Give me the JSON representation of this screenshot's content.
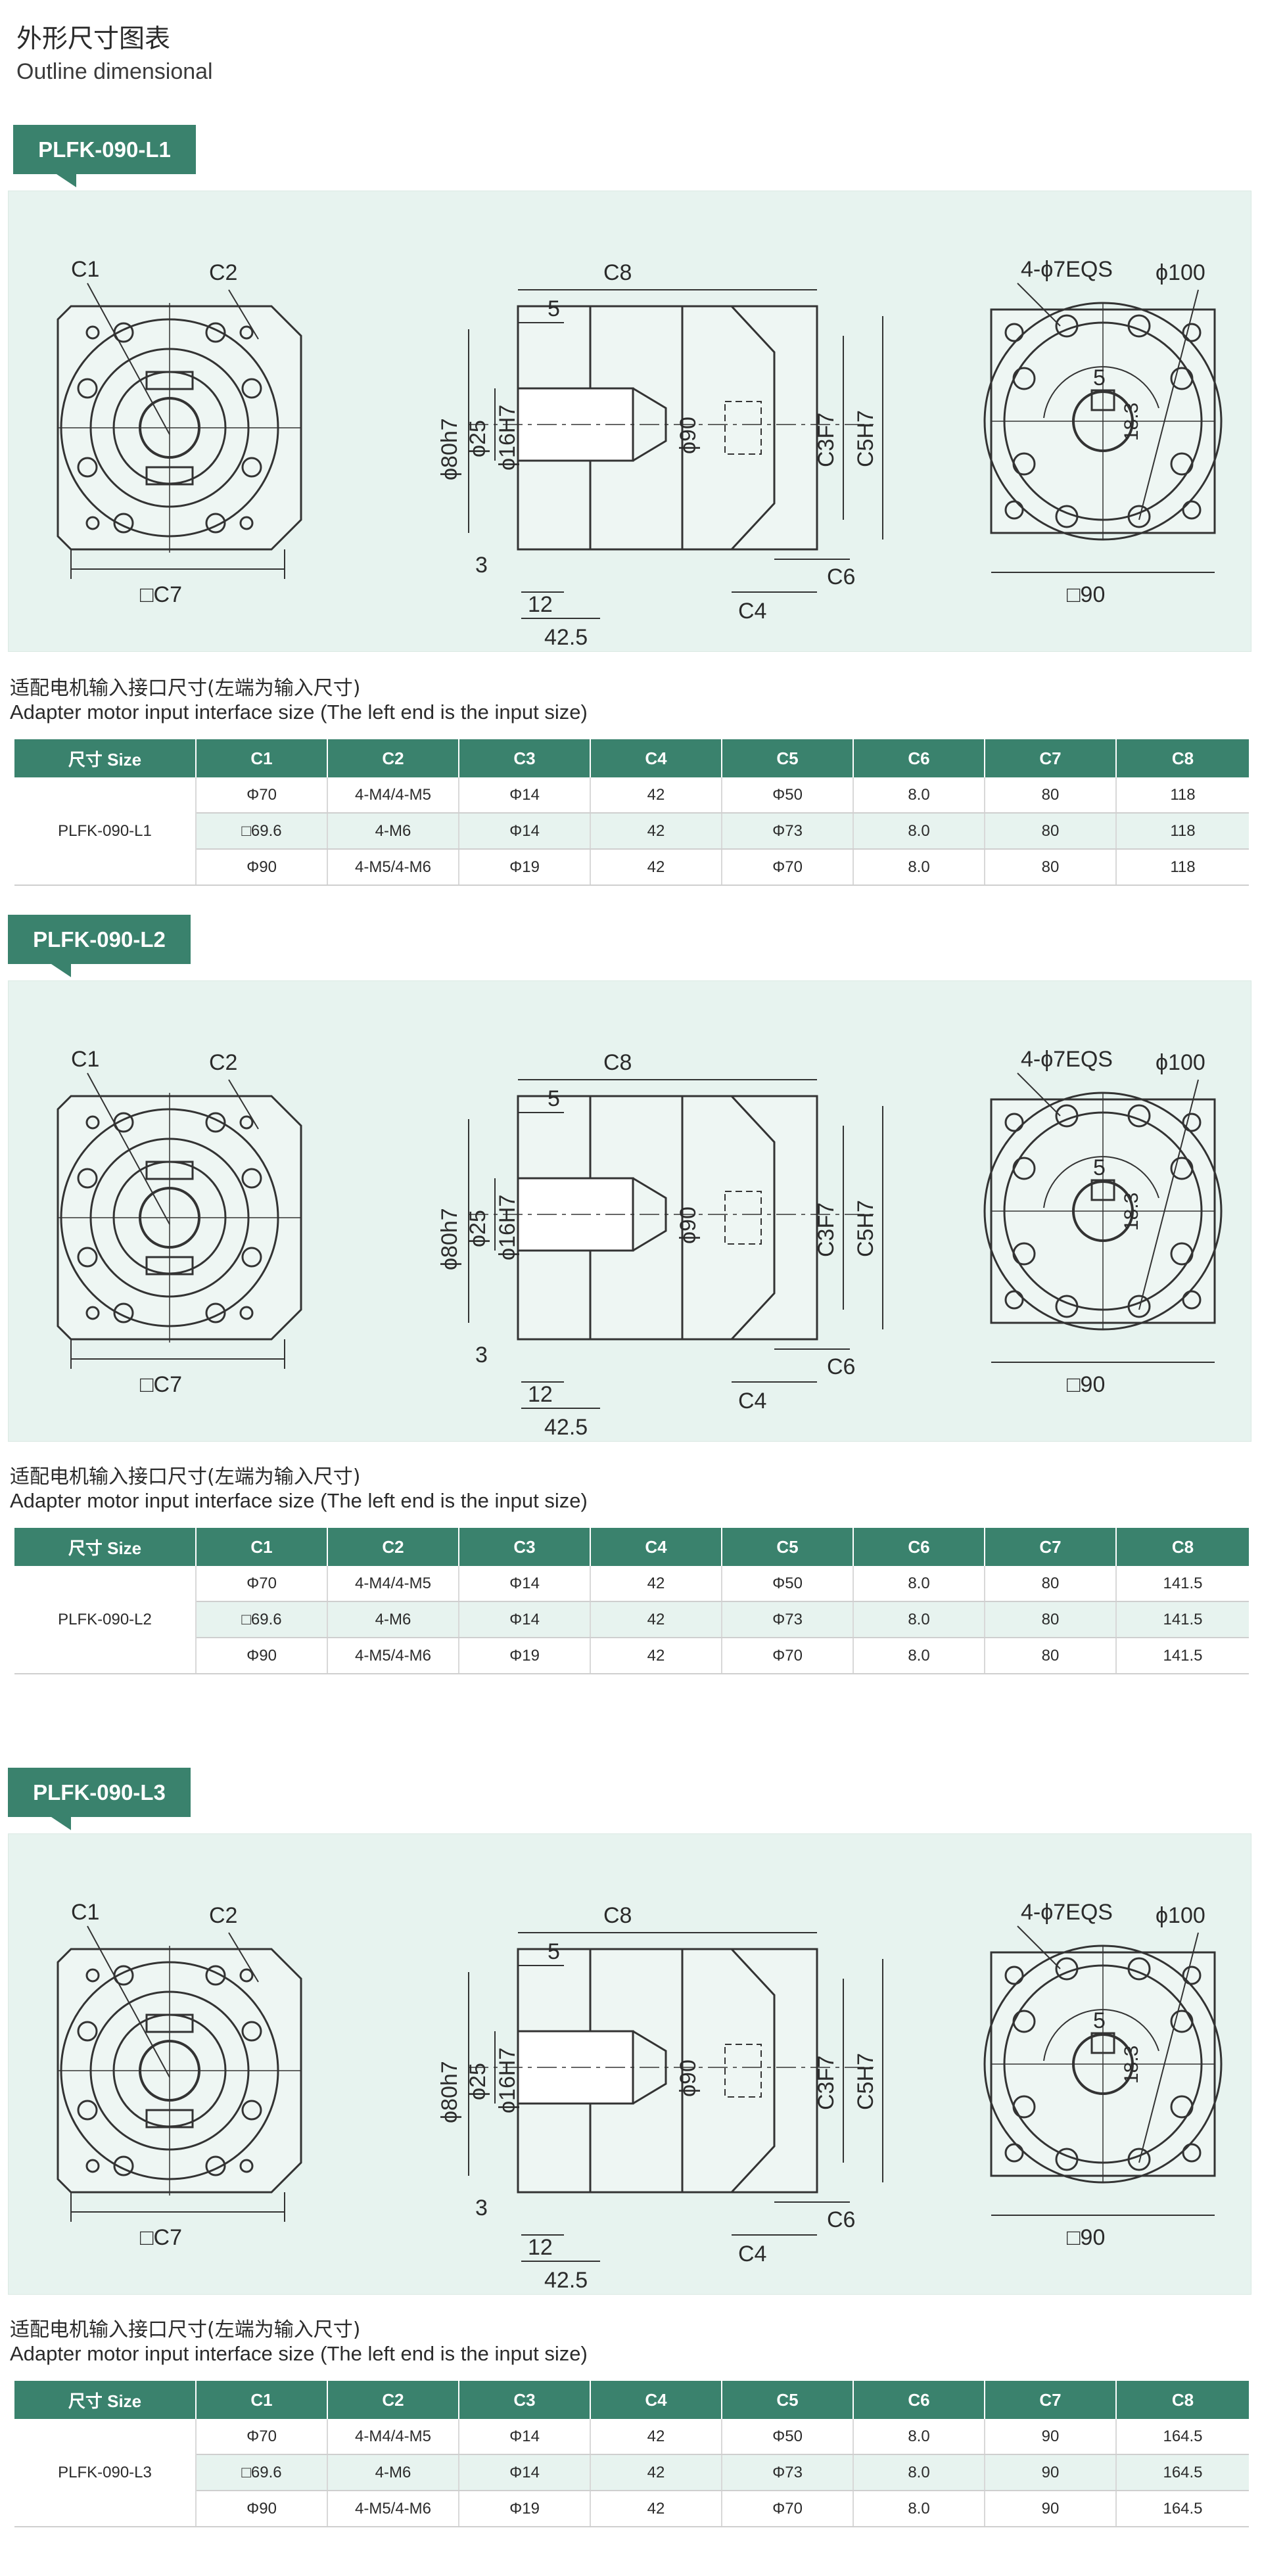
{
  "page": {
    "title": "外形尺寸图表",
    "subtitle": "Outline dimensional"
  },
  "drawing_labels": {
    "c1": "C1",
    "c2": "C2",
    "c7": "□C7",
    "c8": "C8",
    "c3": "C3F7",
    "c5": "C5H7",
    "c4": "C4",
    "c6": "C6",
    "d80": "ϕ80h7",
    "d25": "ϕ25",
    "d16": "ϕ16H7",
    "d90": "ϕ90",
    "five": "5",
    "three": "3",
    "twelve": "12",
    "len425": "42.5",
    "holes": "4-ϕ7EQS",
    "d100": "ϕ100",
    "sq90": "□90",
    "key": "18.3"
  },
  "interface_caption": {
    "cn": "适配电机输入接口尺寸(左端为输入尺寸)",
    "en": "Adapter motor input interface size (The left end is the input size)"
  },
  "table_headers": [
    "尺寸 Size",
    "C1",
    "C2",
    "C3",
    "C4",
    "C5",
    "C6",
    "C7",
    "C8"
  ],
  "sections": [
    {
      "model": "PLFK-090-L1",
      "rows": [
        [
          "Φ70",
          "4-M4/4-M5",
          "Φ14",
          "42",
          "Φ50",
          "8.0",
          "80",
          "118"
        ],
        [
          "□69.6",
          "4-M6",
          "Φ14",
          "42",
          "Φ73",
          "8.0",
          "80",
          "118"
        ],
        [
          "Φ90",
          "4-M5/4-M6",
          "Φ19",
          "42",
          "Φ70",
          "8.0",
          "80",
          "118"
        ]
      ]
    },
    {
      "model": "PLFK-090-L2",
      "rows": [
        [
          "Φ70",
          "4-M4/4-M5",
          "Φ14",
          "42",
          "Φ50",
          "8.0",
          "80",
          "141.5"
        ],
        [
          "□69.6",
          "4-M6",
          "Φ14",
          "42",
          "Φ73",
          "8.0",
          "80",
          "141.5"
        ],
        [
          "Φ90",
          "4-M5/4-M6",
          "Φ19",
          "42",
          "Φ70",
          "8.0",
          "80",
          "141.5"
        ]
      ]
    },
    {
      "model": "PLFK-090-L3",
      "rows": [
        [
          "Φ70",
          "4-M4/4-M5",
          "Φ14",
          "42",
          "Φ50",
          "8.0",
          "90",
          "164.5"
        ],
        [
          "□69.6",
          "4-M6",
          "Φ14",
          "42",
          "Φ73",
          "8.0",
          "90",
          "164.5"
        ],
        [
          "Φ90",
          "4-M5/4-M6",
          "Φ19",
          "42",
          "Φ70",
          "8.0",
          "90",
          "164.5"
        ]
      ]
    }
  ],
  "colors": {
    "accent": "#3a826d",
    "panel": "#e7f3ef"
  }
}
